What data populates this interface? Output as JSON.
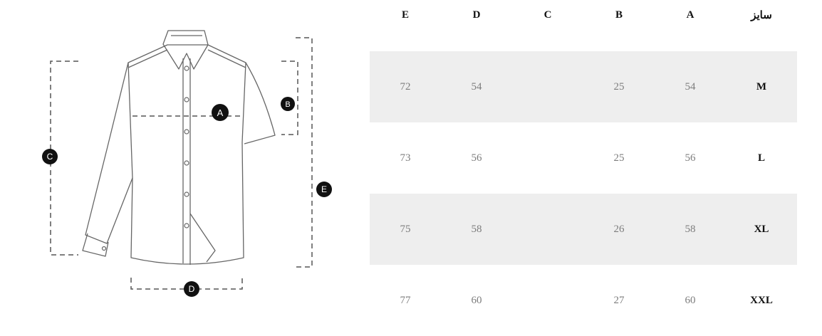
{
  "table": {
    "headers": [
      "E",
      "D",
      "C",
      "B",
      "A",
      "سایز"
    ],
    "rows": [
      {
        "E": "72",
        "D": "54",
        "C": "",
        "B": "25",
        "A": "54",
        "size": "M"
      },
      {
        "E": "73",
        "D": "56",
        "C": "",
        "B": "25",
        "A": "56",
        "size": "L"
      },
      {
        "E": "75",
        "D": "58",
        "C": "",
        "B": "26",
        "A": "58",
        "size": "XL"
      },
      {
        "E": "77",
        "D": "60",
        "C": "",
        "B": "27",
        "A": "60",
        "size": "XXL"
      }
    ]
  },
  "diagram": {
    "markers": {
      "A": "A",
      "B": "B",
      "C": "C",
      "D": "D",
      "E": "E"
    }
  }
}
